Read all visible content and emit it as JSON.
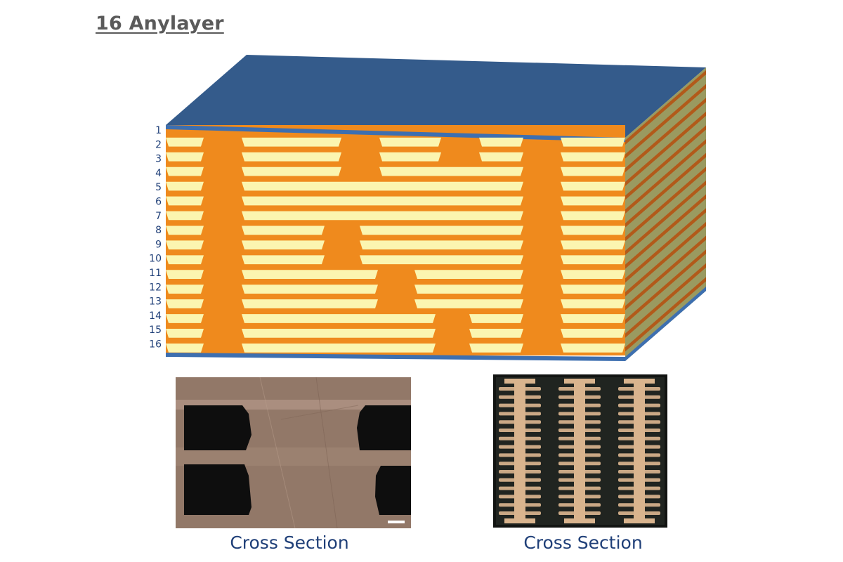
{
  "title": "16 Anylayer",
  "layers": [
    "1",
    "2",
    "3",
    "4",
    "5",
    "6",
    "7",
    "8",
    "9",
    "10",
    "11",
    "12",
    "13",
    "14",
    "15",
    "16"
  ],
  "captions": {
    "left": "Cross Section",
    "right": "Cross Section"
  },
  "colors": {
    "top_face": "#345b8b",
    "board_edge": "#3d6fb0",
    "copper": "#ef8a1d",
    "dielectric": "#fbf5b0",
    "side_face_light": "#9a9a60",
    "side_face_dark": "#b25a1a",
    "label": "#1f3f78",
    "photo_left_bg": "#8e7466",
    "photo_right_bg": "#1a1d1a",
    "photo_copper": "#d9b48e"
  }
}
